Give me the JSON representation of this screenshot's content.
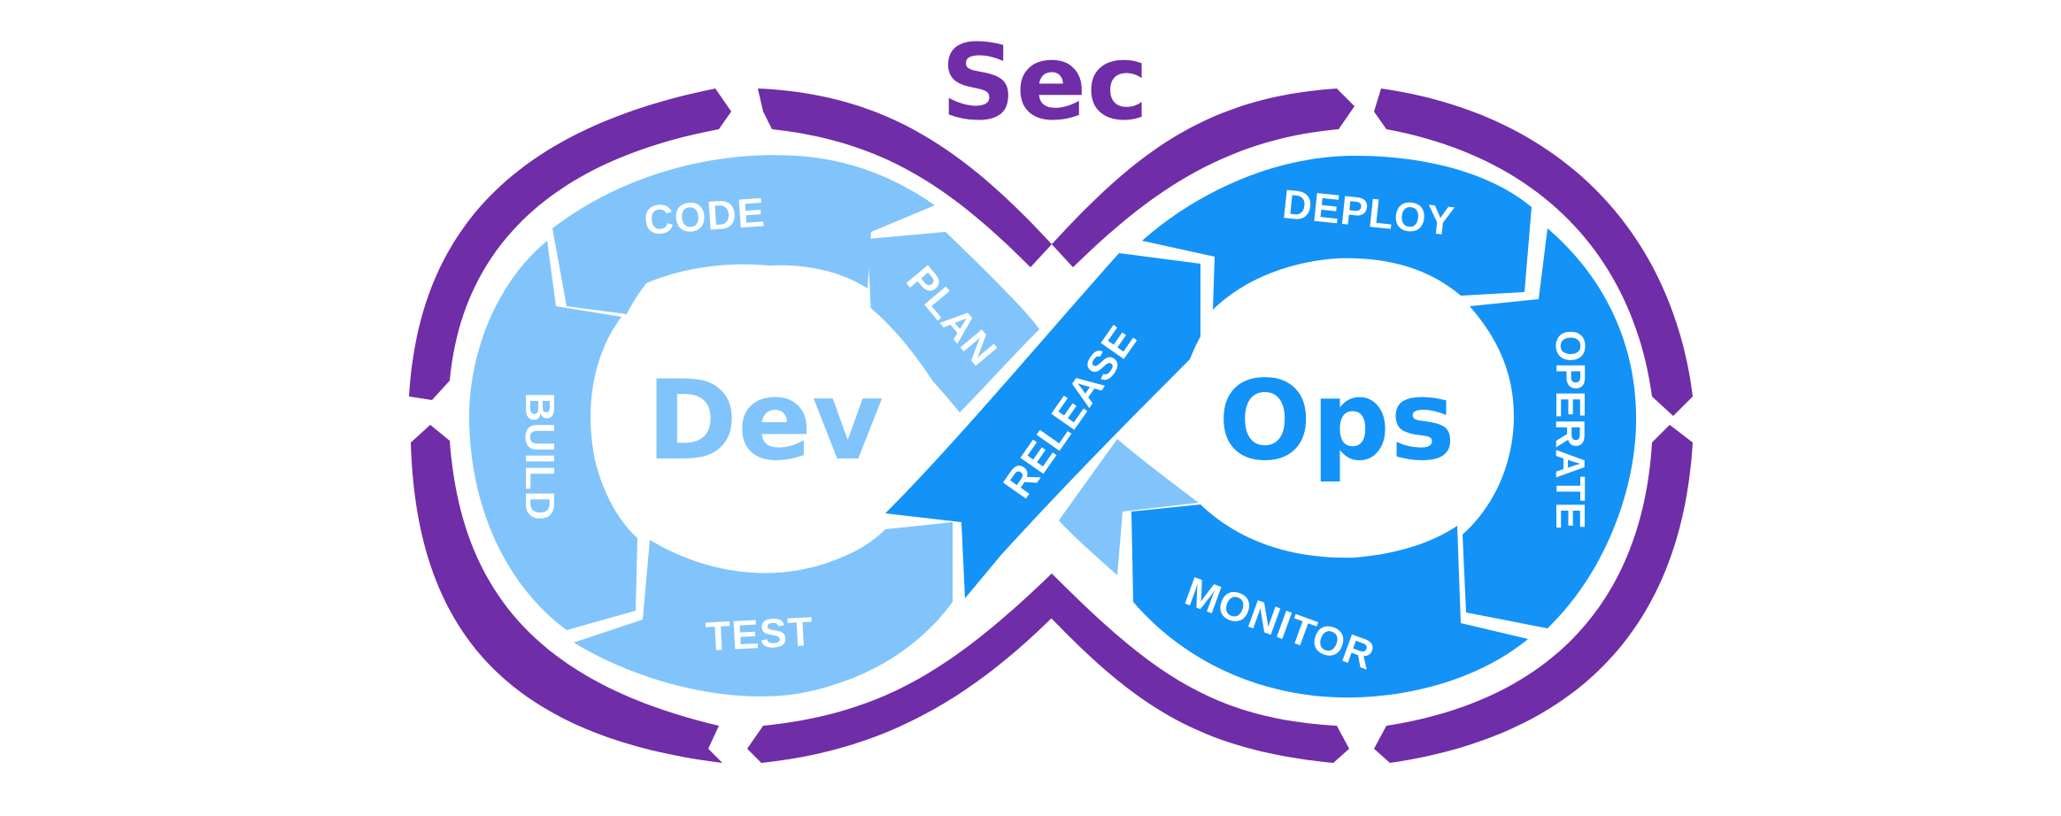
{
  "title": "Sec",
  "loops": {
    "dev": {
      "label": "Dev",
      "stages": [
        "PLAN",
        "CODE",
        "BUILD",
        "TEST"
      ]
    },
    "ops": {
      "label": "Ops",
      "stages": [
        "RELEASE",
        "DEPLOY",
        "OPERATE",
        "MONITOR"
      ]
    }
  },
  "colors": {
    "sec_ring": "#6f2da8",
    "dev_fill": "#80c4fb",
    "ops_fill": "#1392f7",
    "label_white": "#ffffff",
    "background": "#ffffff"
  }
}
